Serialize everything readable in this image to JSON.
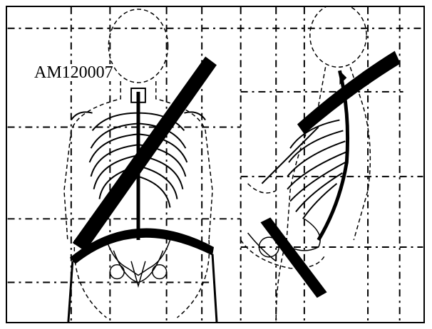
{
  "figure": {
    "label": "AM120007",
    "colors": {
      "ink": "#000000",
      "paper": "#ffffff"
    },
    "content": [
      "frontal-skeleton-with-lap-and-shoulder-belt",
      "side-view-skeleton-with-lap-and-shoulder-belt"
    ]
  }
}
